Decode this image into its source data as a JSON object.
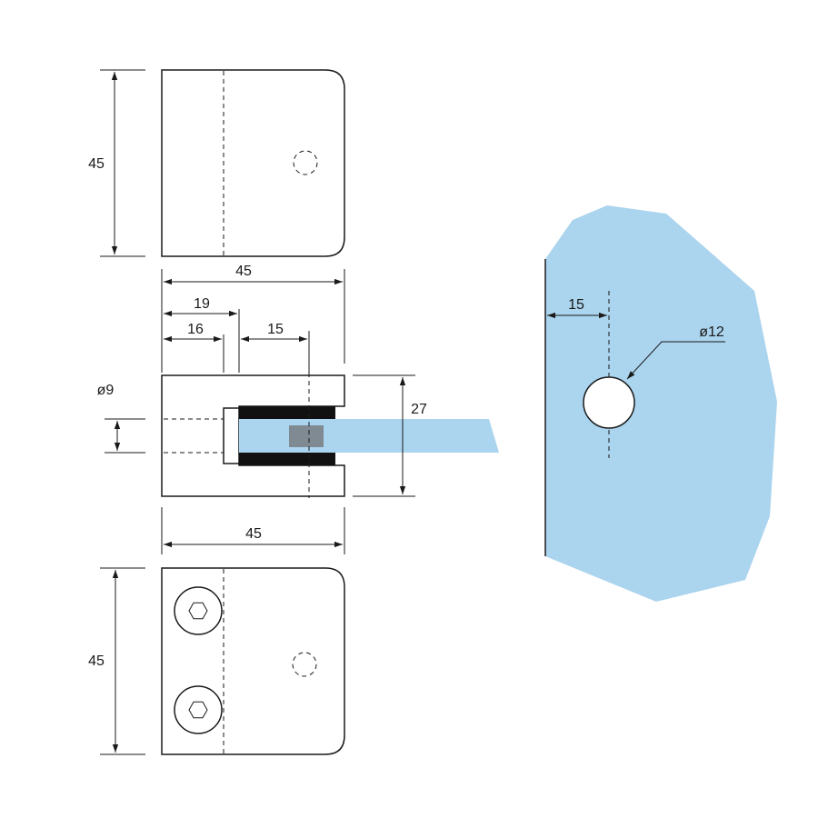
{
  "colors": {
    "glass": "#abd4ee",
    "gasket": "#111111",
    "pin": "#808a93",
    "line": "#1a1a1a"
  },
  "front_view": {
    "height_label": "45"
  },
  "side_view": {
    "width_label": "45",
    "dim_19": "19",
    "dim_16": "16",
    "dim_15": "15",
    "hole_label": "ø9",
    "glass_label": "27"
  },
  "back_view": {
    "width_label": "45",
    "height_label": "45"
  },
  "glass_panel": {
    "edge_distance_label": "15",
    "hole_label": "ø12"
  }
}
